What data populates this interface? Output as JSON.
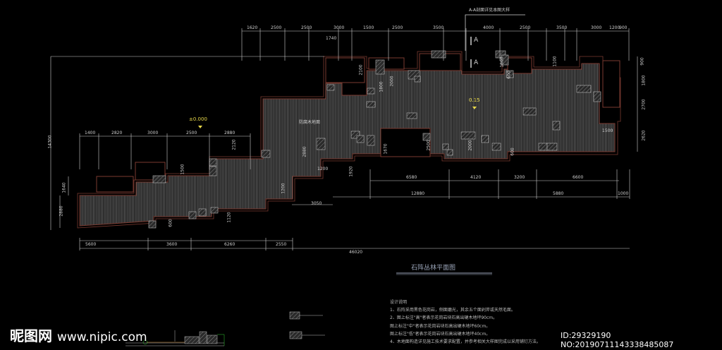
{
  "drawing": {
    "title": "石阵丛林平面图",
    "section_note": "A-A剖面详见本图大样",
    "section_marks": [
      "A",
      "A"
    ],
    "floor_label": "防腐木地面",
    "elevations": [
      "±0.000",
      "0.15"
    ],
    "dims_top": [
      "1620",
      "2500",
      "2500",
      "3000",
      "1500",
      "2500",
      "3500",
      "4000",
      "2500",
      "3500",
      "3000",
      "1200",
      "900"
    ],
    "dims_upper_inner": [
      "1740",
      "2100",
      "1800",
      "2000",
      "1100",
      "1800",
      "600"
    ],
    "dims_left_row": [
      "1400",
      "2820",
      "3000",
      "2500",
      "2880"
    ],
    "dims_left_vertical": [
      "14300",
      "1640",
      "2880",
      "2120",
      "1500",
      "2880"
    ],
    "dims_bottom": [
      "5600",
      "3600",
      "6260",
      "2550"
    ],
    "dims_total": "46020",
    "dims_mid": [
      "3050",
      "1200",
      "1200",
      "1120",
      "600",
      "1670",
      "1920",
      "2500",
      "2000",
      "600"
    ],
    "dims_right_lower": [
      "6580",
      "4120",
      "3200",
      "6600"
    ],
    "dims_right_lower2": [
      "12880",
      "5880",
      "1000"
    ],
    "dims_right_vertical": [
      "900",
      "1800",
      "2700",
      "2620"
    ],
    "dims_right_inner": [
      "1500"
    ]
  },
  "notes": {
    "heading": "设计说明",
    "lines": [
      "1、石阵采用黑色花岗岩，侧面磨光，其余五个面剁斧或天然毛面。",
      "2、图上标注\"高\"者表示花岗岩块石高出硬木地坪90cm。",
      "   图上标注\"中\"者表示花岗岩块石高出硬木地坪60cm。",
      "   图上标注\"低\"者表示花岗岩块石高出硬木地坪40cm。",
      "4、木地面构造详见施工技术要求配置，并参考相关大样图完成以采用铺钉方法。"
    ]
  },
  "watermark": {
    "logo": "昵图网",
    "url": "www.nipic.com"
  },
  "image_id": "ID:29329190 NO:20190711143338485087",
  "colors": {
    "background": "#000000",
    "lines": "#d8d8d8",
    "outline": "#7a3a30",
    "elevation": "#e8d84a"
  }
}
